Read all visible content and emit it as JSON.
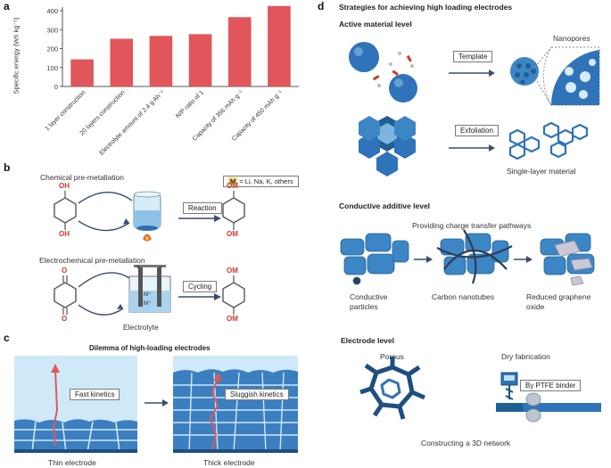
{
  "panels": {
    "a": "a",
    "b": "b",
    "c": "c",
    "d": "d"
  },
  "chart_data": {
    "type": "bar",
    "ylabel": "Specific energy (Wh kg⁻¹)",
    "xlabel": "",
    "ylim": [
      0,
      400
    ],
    "yticks": [
      0,
      100,
      200,
      300,
      400
    ],
    "grid": false,
    "bar_color": "#e0565b",
    "categories": [
      "1 layer construction",
      "20 layers construction",
      "Electrolyte amount of 2.4 g Ah⁻¹",
      "N/P ratio of 1",
      "Capacity of 356 mAh g⁻¹",
      "Capacity of 450 mAh g⁻¹"
    ],
    "values": [
      143,
      252,
      267,
      276,
      366,
      425
    ]
  },
  "b": {
    "chemical": "Chemical pre-metallation",
    "electrochemical": "Electrochemical pre-metallation",
    "metal_key": "M",
    "metal_def": "= Li, Na, K, others",
    "reaction": "Reaction",
    "cycling": "Cycling",
    "electrolyte": "Electrolyte",
    "oh": "OH",
    "om": "OM",
    "o": "O",
    "plus": "+",
    "minus": "−",
    "mplus": "M⁺"
  },
  "c": {
    "title": "Dilemma of high-loading electrodes",
    "fast": "Fast kinetics",
    "sluggish": "Sluggish kinetics",
    "thin": "Thin electrode",
    "thick": "Thick electrode"
  },
  "d": {
    "title": "Strategies for achieving high loading electrodes",
    "active": "Active material level",
    "template": "Template",
    "nanopores": "Nanopores",
    "exfoliation": "Exfoliation",
    "single_layer": "Single-layer material",
    "conductive": "Conductive additive level",
    "pathways": "Providing charge transfer pathways",
    "particles_1": "Conductive",
    "particles_2": "particles",
    "nanotubes": "Carbon nanotubes",
    "graphene_1": "Reduced graphene",
    "graphene_2": "oxide",
    "electrode": "Electrode level",
    "porous": "Porous",
    "dry": "Dry fabrication",
    "ptfe": "By PTFE binder",
    "network": "Constructing a 3D network"
  },
  "colors": {
    "blue_dark": "#1f5f94",
    "blue_mid": "#3d86c6",
    "blue_light": "#bfe0f3",
    "accent_red": "#e0565b",
    "atom_red": "#c83a2c",
    "arrow": "#3a4d6b"
  }
}
